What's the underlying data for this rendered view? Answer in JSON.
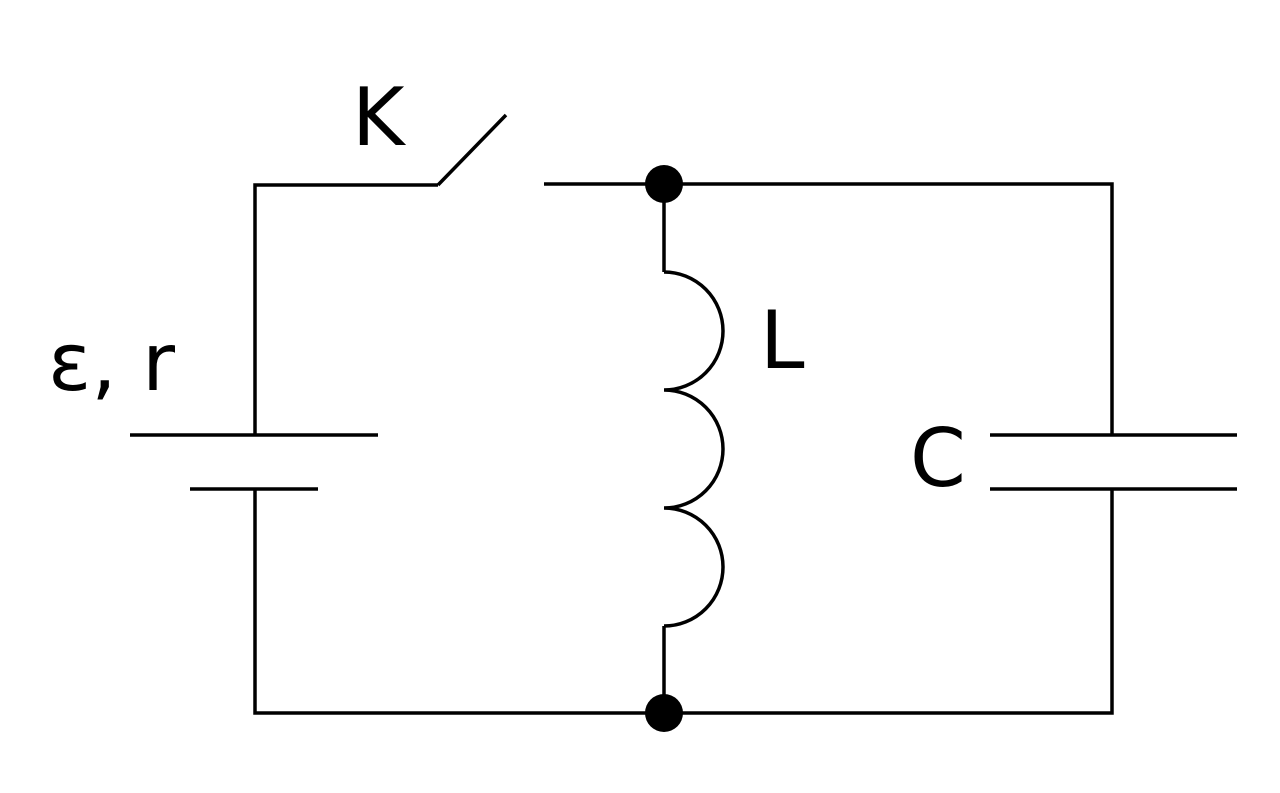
{
  "labels": {
    "switch": "K",
    "source": "ε, r",
    "inductor": "L",
    "capacitor": "C"
  },
  "colors": {
    "stroke": "#000000",
    "background": "#ffffff"
  }
}
